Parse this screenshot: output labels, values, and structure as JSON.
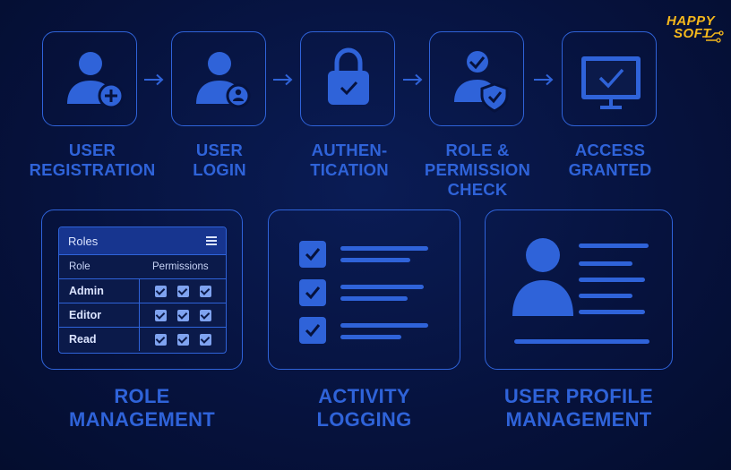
{
  "brand": {
    "line1": "HAPPY",
    "line2": "SOFT",
    "color": "#f5b81c"
  },
  "colors": {
    "accent": "#2f63d9",
    "background": "#06123d"
  },
  "flow_steps": [
    {
      "icon": "user-add-icon",
      "label_line1": "USER",
      "label_line2": "REGISTRATION",
      "label_line3": ""
    },
    {
      "icon": "user-login-icon",
      "label_line1": "USER",
      "label_line2": "LOGIN",
      "label_line3": ""
    },
    {
      "icon": "lock-icon",
      "label_line1": "AUTHEN-",
      "label_line2": "TICATION",
      "label_line3": ""
    },
    {
      "icon": "user-shield-icon",
      "label_line1": "ROLE &",
      "label_line2": "PERMISSION",
      "label_line3": "CHECK"
    },
    {
      "icon": "monitor-check-icon",
      "label_line1": "ACCESS",
      "label_line2": "GRANTED",
      "label_line3": ""
    }
  ],
  "roles_panel": {
    "title": "Roles",
    "col_role": "Role",
    "col_permissions": "Permissions",
    "rows": [
      {
        "role": "Admin",
        "checks": 3
      },
      {
        "role": "Editor",
        "checks": 3
      },
      {
        "role": "Read",
        "checks": 3
      }
    ]
  },
  "cards": [
    {
      "label_line1": "ROLE",
      "label_line2": "MANAGEMENT"
    },
    {
      "label_line1": "ACTIVITY",
      "label_line2": "LOGGING"
    },
    {
      "label_line1": "USER PROFILE",
      "label_line2": "MANAGEMENT"
    }
  ]
}
